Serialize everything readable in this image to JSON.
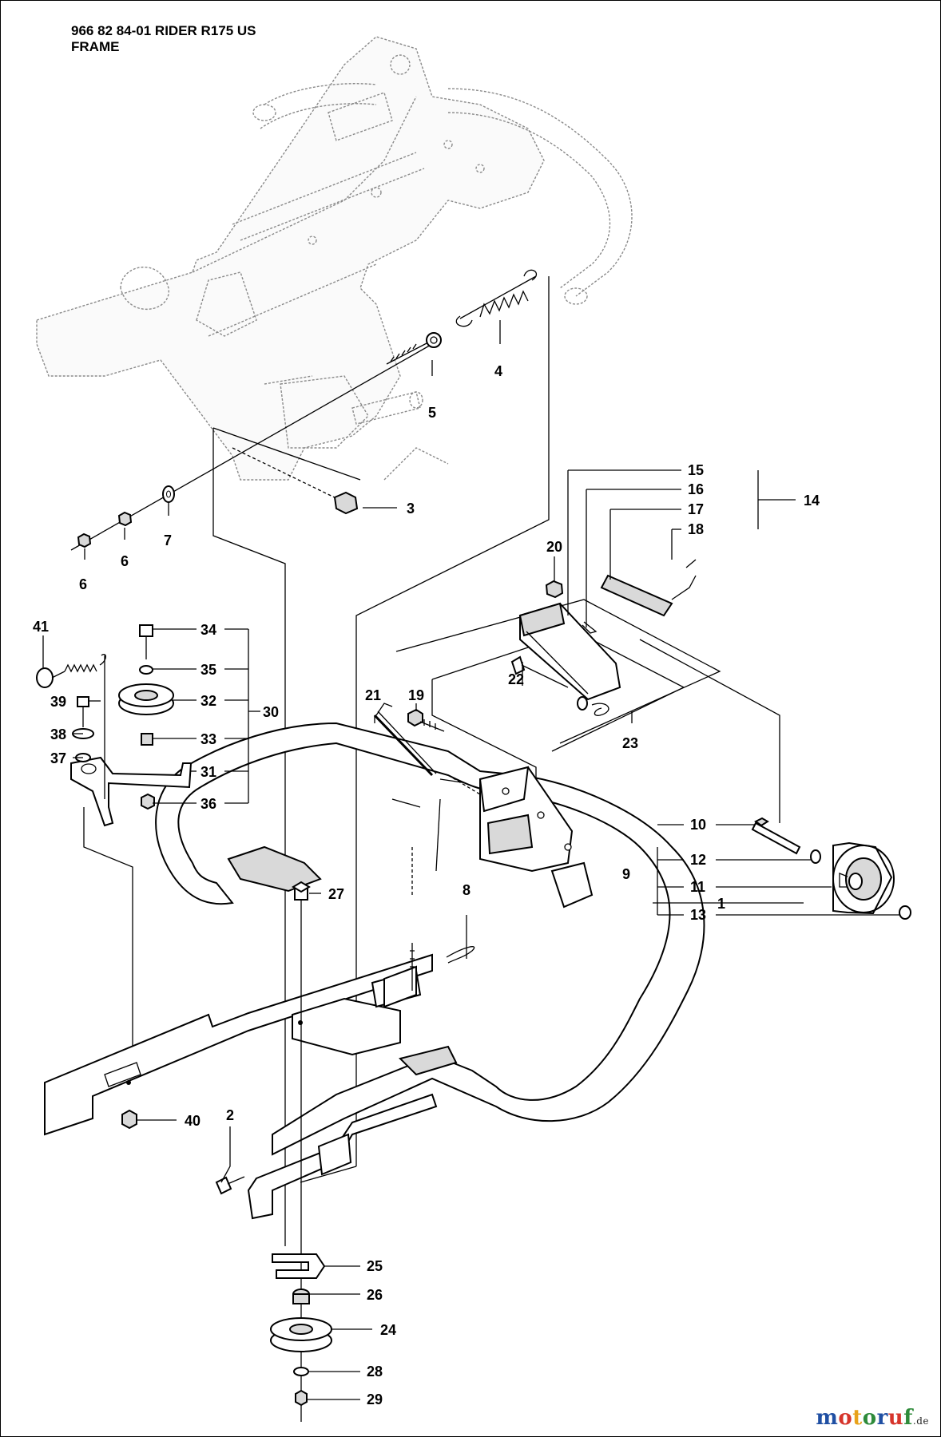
{
  "header": {
    "line1": "966 82 84-01 RIDER R175 US",
    "line2": "FRAME"
  },
  "callouts": [
    "1",
    "2",
    "3",
    "4",
    "5",
    "6",
    "6",
    "7",
    "8",
    "9",
    "10",
    "11",
    "12",
    "13",
    "14",
    "15",
    "16",
    "17",
    "18",
    "19",
    "20",
    "21",
    "22",
    "23",
    "24",
    "25",
    "26",
    "27",
    "28",
    "29",
    "30",
    "31",
    "32",
    "33",
    "34",
    "35",
    "36",
    "37",
    "38",
    "39",
    "40",
    "41"
  ],
  "watermark": {
    "text": "motoruf",
    "suffix": ".de",
    "colors": [
      "#1f4fa3",
      "#d6342b",
      "#e8a21b",
      "#2e8b3a",
      "#1f4fa3",
      "#d6342b",
      "#2e8b3a"
    ]
  }
}
